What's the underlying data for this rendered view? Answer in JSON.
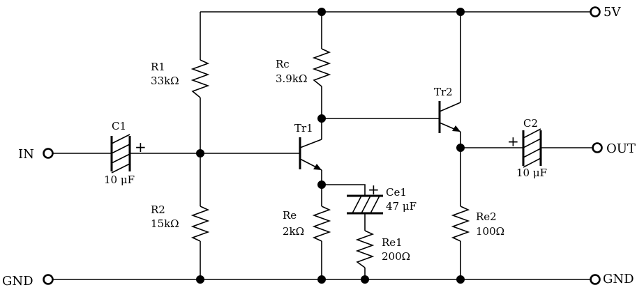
{
  "terminals": {
    "supply": "5V",
    "input": "IN",
    "output": "OUT",
    "ground_left": "GND",
    "ground_right": "GND"
  },
  "components": {
    "R1": {
      "name": "R1",
      "value": "33kΩ"
    },
    "R2": {
      "name": "R2",
      "value": "15kΩ"
    },
    "Rc": {
      "name": "Rc",
      "value": "3.9kΩ"
    },
    "Re": {
      "name": "Re",
      "value": "2kΩ"
    },
    "Re1": {
      "name": "Re1",
      "value": "200Ω"
    },
    "Re2": {
      "name": "Re2",
      "value": "100Ω"
    },
    "C1": {
      "name": "C1",
      "value": "10 μF",
      "polarity": "+"
    },
    "C2": {
      "name": "C2",
      "value": "10 μF",
      "polarity": "+"
    },
    "Ce1": {
      "name": "Ce1",
      "value": "47 μF",
      "polarity": "+"
    },
    "Tr1": {
      "name": "Tr1"
    },
    "Tr2": {
      "name": "Tr2"
    }
  }
}
